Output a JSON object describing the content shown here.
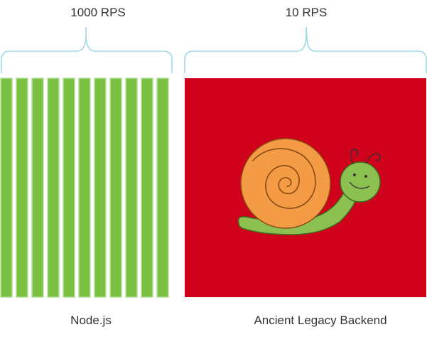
{
  "left_panel": {
    "rate_label": "1000 RPS",
    "caption": "Node.js",
    "bar_count": 11,
    "bar_color": "#7ac142",
    "bar_border_color": "#b7e0a0"
  },
  "right_panel": {
    "rate_label": "10 RPS",
    "caption": "Ancient Legacy Backend",
    "background_color": "#d0021b",
    "icon": "snail-icon",
    "snail_shell_color": "#f39c45",
    "snail_body_color": "#8cc152"
  },
  "brace_color": "#9ed8e6",
  "text_color": "#333333"
}
